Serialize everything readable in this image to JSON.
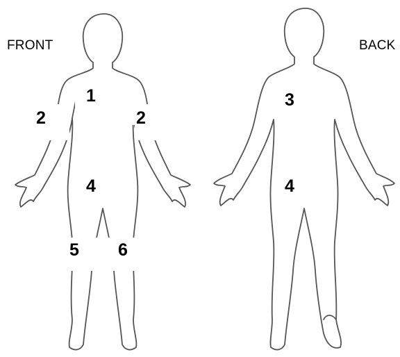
{
  "labels": {
    "front": "FRONT",
    "back": "BACK"
  },
  "zones": {
    "front_chest": "1",
    "front_arm_left": "2",
    "front_arm_right": "2",
    "back_upper": "3",
    "front_abdomen": "4",
    "back_lower": "4",
    "front_thigh_left": "5",
    "front_thigh_right": "6"
  },
  "colors": {
    "outline": "#555555",
    "text": "#000000",
    "background": "#ffffff"
  }
}
